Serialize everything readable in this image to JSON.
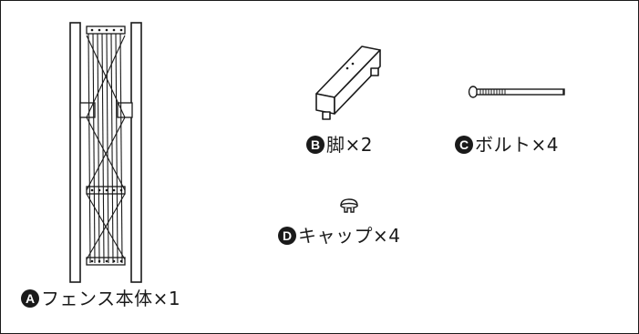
{
  "parts": [
    {
      "badge": "A",
      "text": "フェンス本体×1"
    },
    {
      "badge": "B",
      "text": "脚×2"
    },
    {
      "badge": "C",
      "text": "ボルト×4"
    },
    {
      "badge": "D",
      "text": "キャップ×4"
    }
  ]
}
